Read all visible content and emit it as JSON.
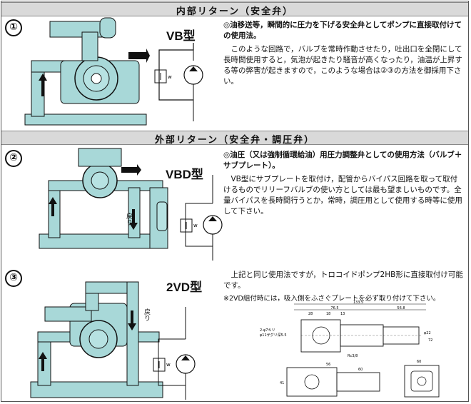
{
  "section1": {
    "title": "内部リターン（安全弁）",
    "number": "①",
    "model": "VB型",
    "lead": "◎油移送等，瞬間的に圧力を下げる安全弁としてポンプに直接取付けての使用法。",
    "body": "このような回路で，バルブを常時作動させたり，吐出口を全閉にして長時間使用すると，気泡が起きたり騒音が高くなったり，油温が上昇する等の弊害が起きますので，このような場合は②③の方法を御採用下さい。"
  },
  "section2": {
    "title": "外部リターン（安全弁・調圧弁）",
    "number": "②",
    "model": "VBD型",
    "lead": "◎油圧（又は強制循環給油）用圧力調整弁としての使用方法（バルブ＋サブプレート）。",
    "body": "VB型にサブプレートを取付け，配管からバイパス回路を取って取付けるものでリリーフバルブの使い方としては最も望ましいものです。全量バイパスを長時間行うとか，常時，調圧用として使用する時等に使用して下さい。",
    "return_label": "戻り"
  },
  "section3": {
    "number": "③",
    "model": "2VD型",
    "body": "上記と同じ使用法ですが，トロコイドポンプ2HB形に直接取付け可能です。",
    "note": "※2VD組付時には，吸入側をふさぐプレートを必ず取り付けて下さい。",
    "return_label": "戻り",
    "drawing_dims": [
      "133.5",
      "76.5",
      "56.8",
      "28",
      "18",
      "13",
      "2-φ7キリ",
      "φ11ザグリ深5.5",
      "Rc3/8",
      "φ22",
      "72",
      "56",
      "60",
      "41",
      "60"
    ]
  },
  "colors": {
    "machine": "#a8d8d8",
    "band": "#d9d9d9",
    "line": "#111111"
  }
}
